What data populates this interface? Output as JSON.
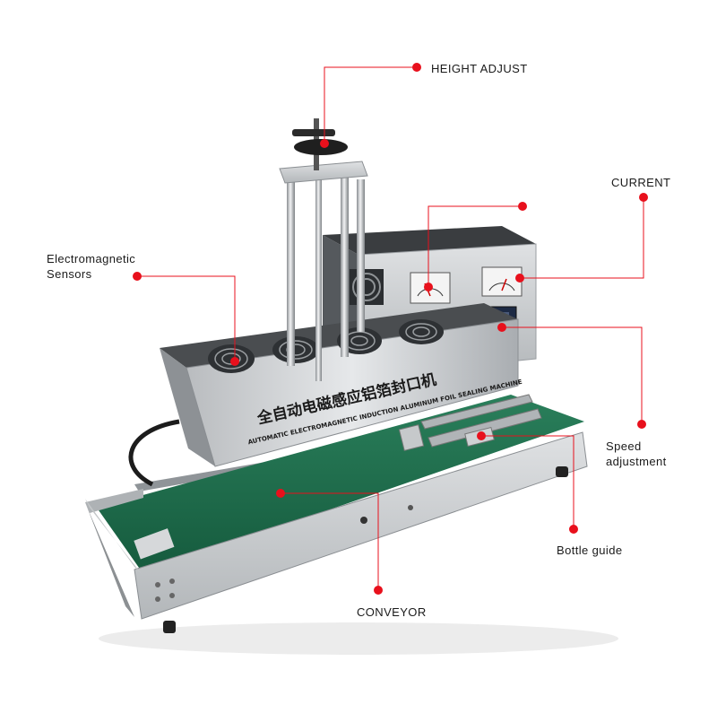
{
  "machine": {
    "chinese_title": "全自动电磁感应铝箔封口机",
    "english_title": "AUTOMATIC ELECTROMAGNETIC INDUCTION ALUMINUM FOIL SEALING MACHINE"
  },
  "callouts": {
    "height_adjust": "HEIGHT ADJUST",
    "current": "CURRENT",
    "electromagnetic_sensors": {
      "line1": "Electromagnetic",
      "line2": "Sensors"
    },
    "speed_adjustment": {
      "line1": "Speed",
      "line2": "adjustment"
    },
    "bottle_guide": "Bottle guide",
    "conveyor": "CONVEYOR"
  },
  "colors": {
    "callout_red": "#e8101c",
    "steel": "#c9ccce",
    "belt_green": "#1c6a4a",
    "dark": "#2a2d30"
  }
}
